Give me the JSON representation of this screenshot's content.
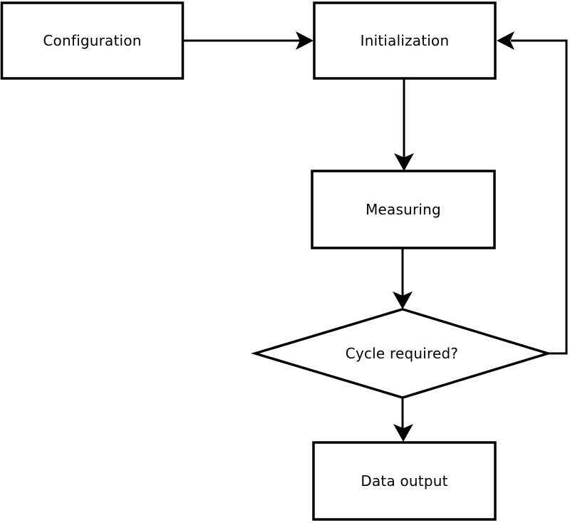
{
  "diagram": {
    "type": "flowchart",
    "colors": {
      "background": "#ffffff",
      "stroke": "#000000",
      "node_fill": "#ffffff",
      "text": "#000000"
    },
    "nodes": [
      {
        "id": "configuration",
        "label": "Configuration",
        "shape": "rectangle"
      },
      {
        "id": "initialization",
        "label": "Initialization",
        "shape": "rectangle"
      },
      {
        "id": "measuring",
        "label": "Measuring",
        "shape": "rectangle"
      },
      {
        "id": "cycle-required",
        "label": "Cycle required?",
        "shape": "diamond"
      },
      {
        "id": "data-output",
        "label": "Data output",
        "shape": "rectangle"
      }
    ],
    "edges": [
      {
        "from": "configuration",
        "to": "initialization",
        "direction": "right"
      },
      {
        "from": "initialization",
        "to": "measuring",
        "direction": "down"
      },
      {
        "from": "measuring",
        "to": "cycle-required",
        "direction": "down"
      },
      {
        "from": "cycle-required",
        "to": "data-output",
        "direction": "down"
      },
      {
        "from": "cycle-required",
        "to": "initialization",
        "direction": "loop-right-up"
      }
    ]
  }
}
